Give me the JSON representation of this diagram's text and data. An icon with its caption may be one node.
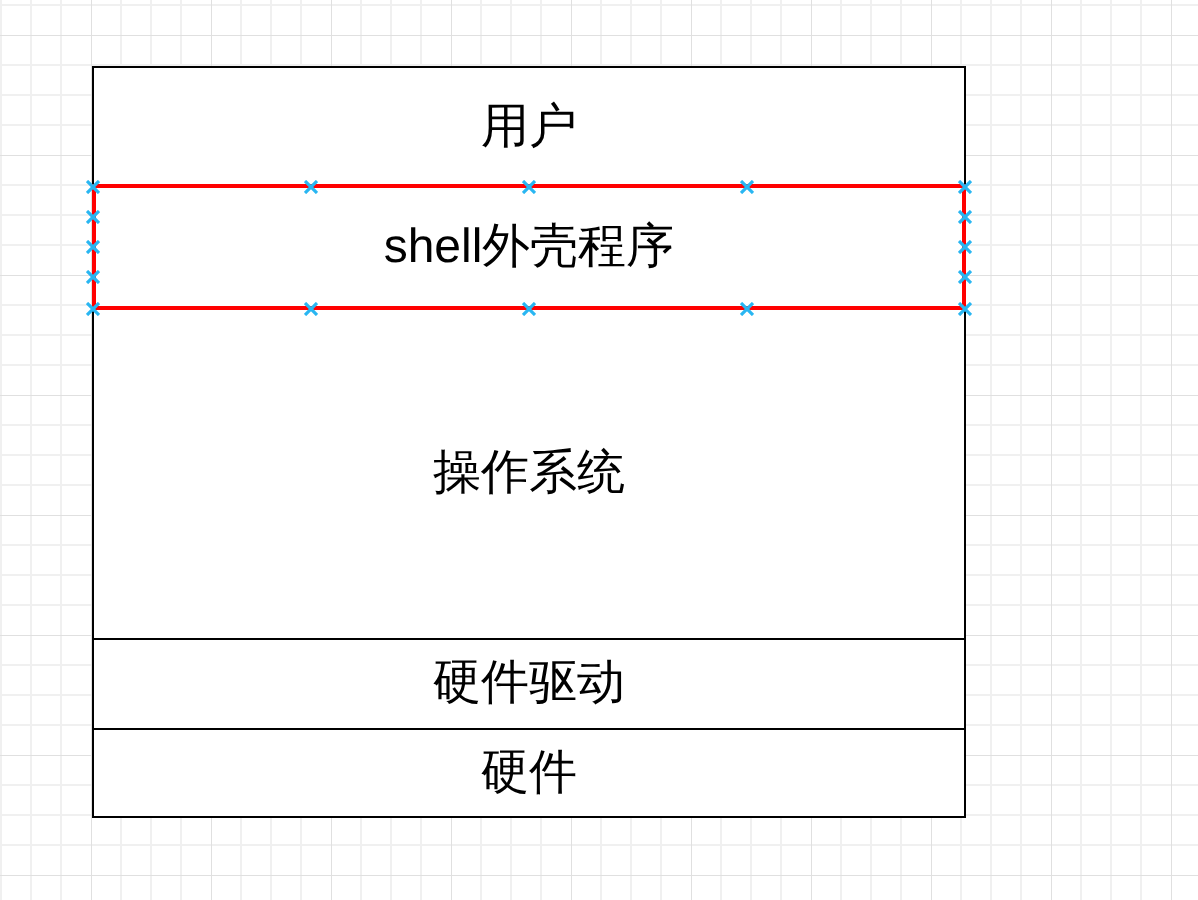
{
  "diagram": {
    "nodes": [
      {
        "text": [
          "用户"
        ]
      },
      {
        "text": [
          "shell外壳程序"
        ]
      },
      {
        "text": [
          "操作系统"
        ]
      },
      {
        "text": [
          "硬件驱动"
        ]
      },
      {
        "text": [
          "硬件"
        ]
      }
    ]
  }
}
